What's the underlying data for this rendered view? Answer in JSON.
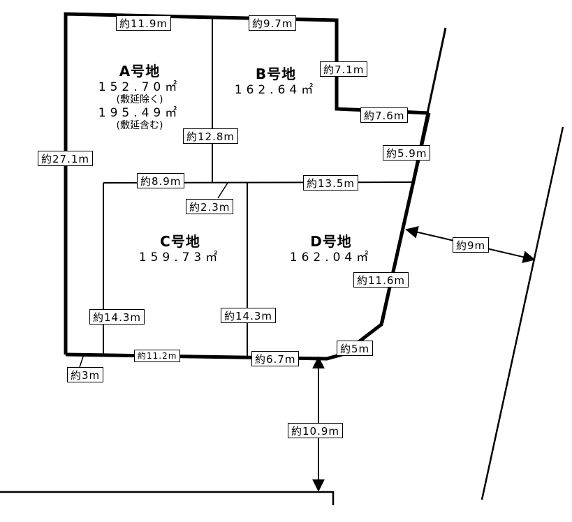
{
  "lots": [
    {
      "id": "A",
      "name": "A号地",
      "lines": [
        "152.70㎡",
        "(敷延除く)",
        "195.49㎡",
        "(敷延含む)"
      ]
    },
    {
      "id": "B",
      "name": "B号地",
      "lines": [
        "162.64㎡"
      ]
    },
    {
      "id": "C",
      "name": "C号地",
      "lines": [
        "159.73㎡"
      ]
    },
    {
      "id": "D",
      "name": "D号地",
      "lines": [
        "162.04㎡"
      ]
    }
  ],
  "dimensions": {
    "a_top": "約11.9m",
    "b_top": "約9.7m",
    "b_right": "約7.1m",
    "b_bottom": "約7.6m",
    "east_upper": "約5.9m",
    "west": "約27.1m",
    "ab_divider": "約12.8m",
    "c_top": "約8.9m",
    "d_top": "約13.5m",
    "jog": "約2.3m",
    "road_width": "約9m",
    "east_lower": "約11.6m",
    "c_left": "約14.3m",
    "cd_divider": "約14.3m",
    "corner_cut": "約5m",
    "c_bottom": "約11.2m",
    "d_bottom": "約6.7m",
    "sw_corner": "約3m",
    "road_distance": "約10.9m"
  }
}
